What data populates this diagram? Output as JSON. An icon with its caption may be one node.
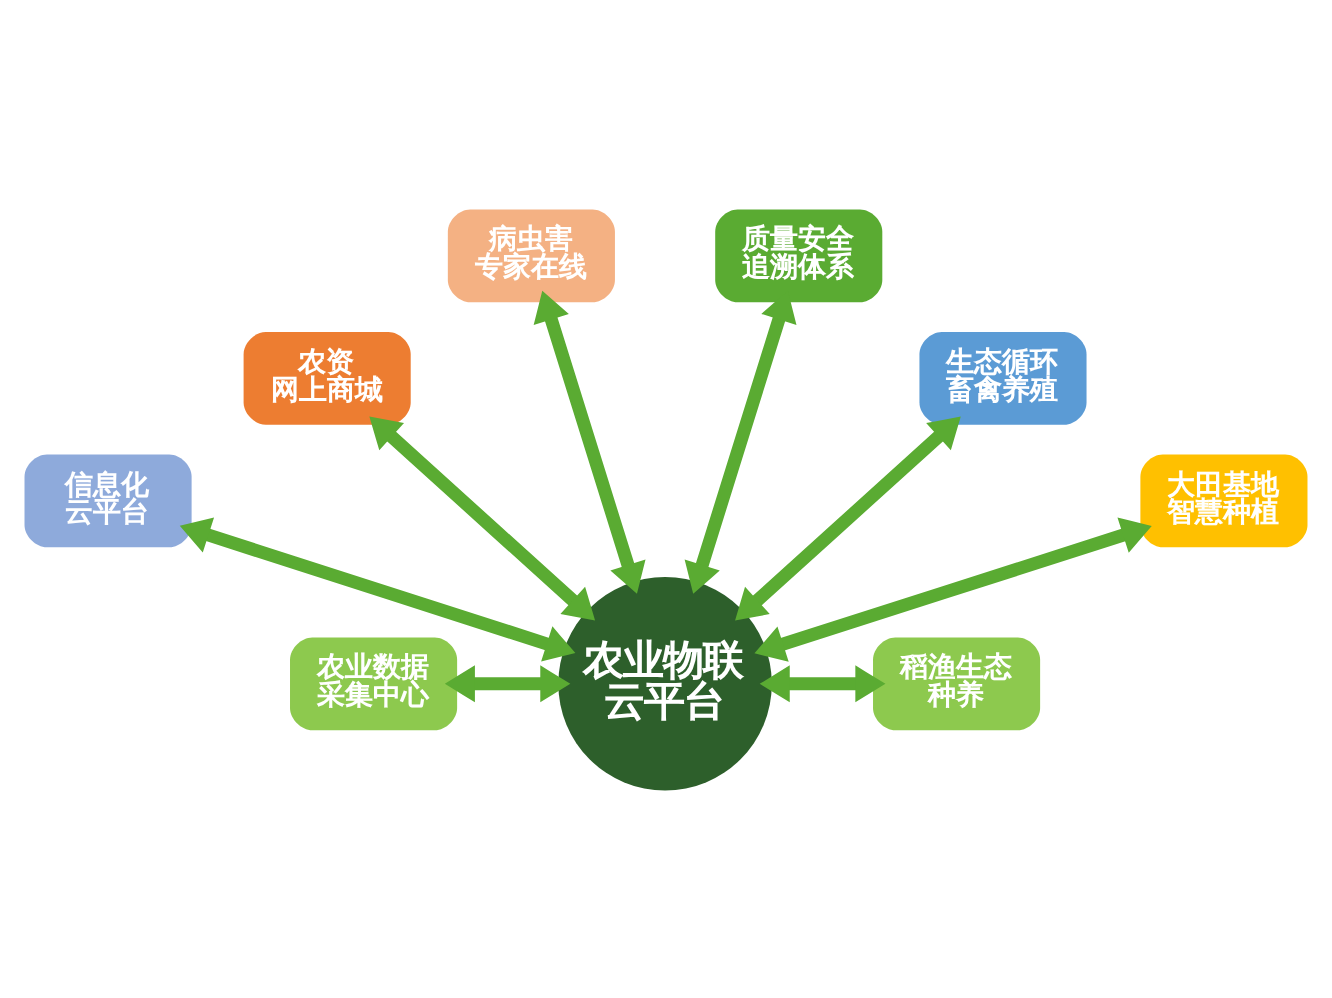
{
  "diagram": {
    "nodes": [
      {
        "text": [
          "农业物联云平台"
        ]
      },
      {
        "text": [
          "农业数据采集中心"
        ]
      },
      {
        "text": [
          "信息化云平台"
        ]
      },
      {
        "text": [
          "农资网上商城"
        ]
      },
      {
        "text": [
          "病虫害专家在线"
        ]
      },
      {
        "text": [
          "质量安全追溯体系"
        ]
      },
      {
        "text": [
          "生态循环畜禽养殖"
        ]
      },
      {
        "text": [
          "大田基地智慧种植"
        ]
      },
      {
        "text": [
          "稻渔生态种养"
        ]
      }
    ],
    "edges": [
      {
        "from": 1,
        "to": 0,
        "arrow": "both"
      },
      {
        "from": 0,
        "to": 2,
        "arrow": "both"
      },
      {
        "from": 0,
        "to": 3,
        "arrow": "both"
      },
      {
        "from": 0,
        "to": 4,
        "arrow": "both"
      },
      {
        "from": 0,
        "to": 5,
        "arrow": "both"
      },
      {
        "from": 0,
        "to": 6,
        "arrow": "both"
      },
      {
        "from": 0,
        "to": 7,
        "arrow": "both"
      },
      {
        "from": 0,
        "to": 8,
        "arrow": "both"
      }
    ]
  }
}
